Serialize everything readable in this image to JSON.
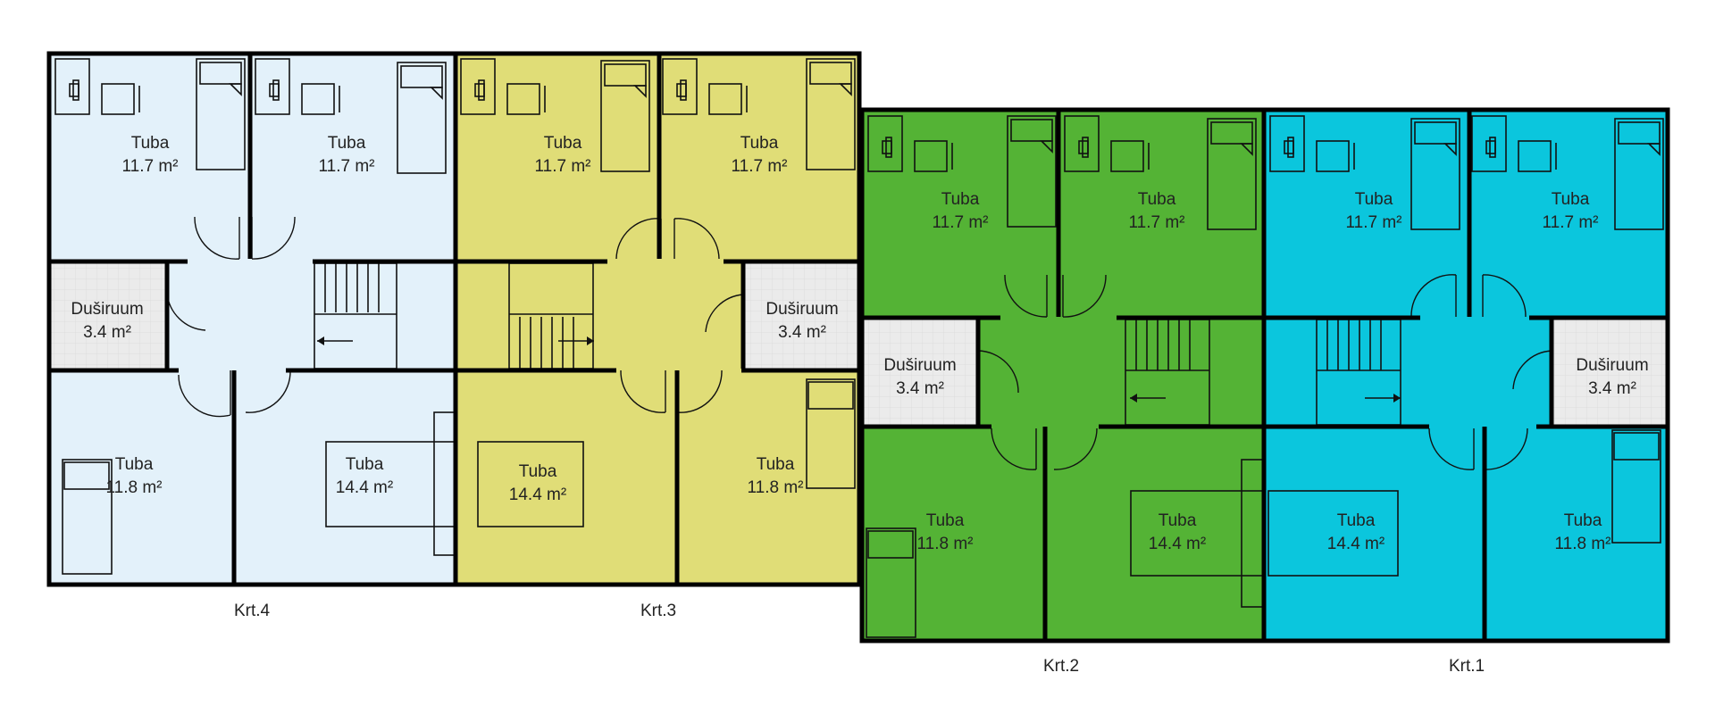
{
  "colors": {
    "krt4": "#e3f1fa",
    "krt3": "#e0dd77",
    "krt2": "#54b335",
    "krt1": "#0bc6dd",
    "bath": "#e9e9e9",
    "wall": "#000000"
  },
  "units": [
    {
      "label": "Krt.4",
      "rooms": [
        {
          "name": "Tuba",
          "area": "11.7 m²"
        },
        {
          "name": "Tuba",
          "area": "11.7 m²"
        },
        {
          "name": "Duširuum",
          "area": "3.4 m²"
        },
        {
          "name": "Tuba",
          "area": "11.8 m²"
        },
        {
          "name": "Tuba",
          "area": "14.4 m²"
        }
      ]
    },
    {
      "label": "Krt.3",
      "rooms": [
        {
          "name": "Tuba",
          "area": "11.7 m²"
        },
        {
          "name": "Tuba",
          "area": "11.7 m²"
        },
        {
          "name": "Duširuum",
          "area": "3.4 m²"
        },
        {
          "name": "Tuba",
          "area": "14.4 m²"
        },
        {
          "name": "Tuba",
          "area": "11.8 m²"
        }
      ]
    },
    {
      "label": "Krt.2",
      "rooms": [
        {
          "name": "Tuba",
          "area": "11.7 m²"
        },
        {
          "name": "Tuba",
          "area": "11.7 m²"
        },
        {
          "name": "Duširuum",
          "area": "3.4 m²"
        },
        {
          "name": "Tuba",
          "area": "11.8 m²"
        },
        {
          "name": "Tuba",
          "area": "14.4 m²"
        }
      ]
    },
    {
      "label": "Krt.1",
      "rooms": [
        {
          "name": "Tuba",
          "area": "11.7 m²"
        },
        {
          "name": "Tuba",
          "area": "11.7 m²"
        },
        {
          "name": "Duširuum",
          "area": "3.4 m²"
        },
        {
          "name": "Tuba",
          "area": "14.4 m²"
        },
        {
          "name": "Tuba",
          "area": "11.8 m²"
        }
      ]
    }
  ]
}
